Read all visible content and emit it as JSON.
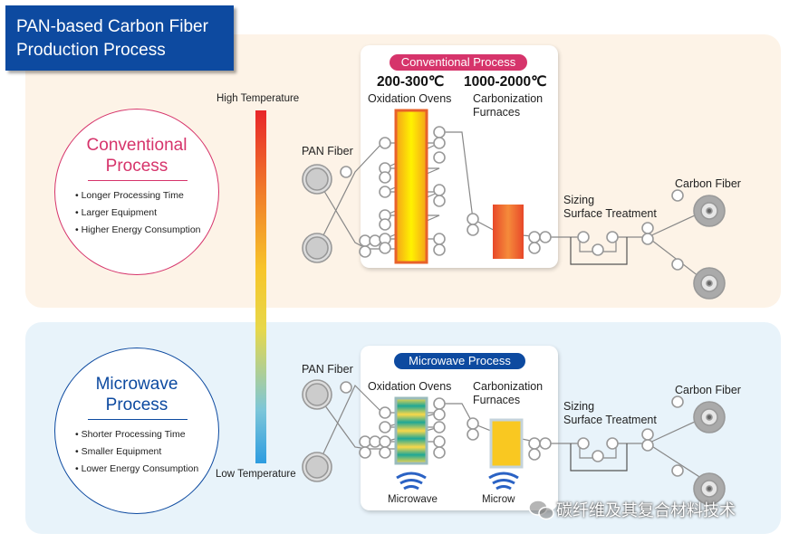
{
  "title": {
    "line1": "PAN-based Carbon Fiber",
    "line2": "Production Process"
  },
  "temperature_scale": {
    "high": "High Temperature",
    "low": "Low Temperature"
  },
  "conventional": {
    "title_line1": "Conventional",
    "title_line2": "Process",
    "bullets": [
      "Longer Processing Time",
      "Larger Equipment",
      "Higher Energy Consumption"
    ],
    "badge": "Conventional Process",
    "oven_temp": "200-300℃",
    "oven_label": "Oxidation Ovens",
    "furnace_temp": "1000-2000℃",
    "furnace_label_1": "Carbonization",
    "furnace_label_2": "Furnaces",
    "pan_fiber": "PAN Fiber",
    "sizing_1": "Sizing",
    "sizing_2": "Surface Treatment",
    "carbon_fiber": "Carbon Fiber"
  },
  "microwave": {
    "title_line1": "Microwave",
    "title_line2": "Process",
    "bullets": [
      "Shorter Processing Time",
      "Smaller Equipment",
      "Lower Energy Consumption"
    ],
    "badge": "Microwave Process",
    "oven_label": "Oxidation Ovens",
    "furnace_label_1": "Carbonization",
    "furnace_label_2": "Furnaces",
    "microwave_1": "Microwave",
    "microwave_2": "Microw",
    "pan_fiber": "PAN Fiber",
    "sizing_1": "Sizing",
    "sizing_2": "Surface Treatment",
    "carbon_fiber": "Carbon Fiber"
  },
  "watermark": "碳纤维及其复合材料技术",
  "colors": {
    "title_bg": "#0d4aa0",
    "conventional_accent": "#d6346b",
    "microwave_accent": "#0d4aa0"
  }
}
